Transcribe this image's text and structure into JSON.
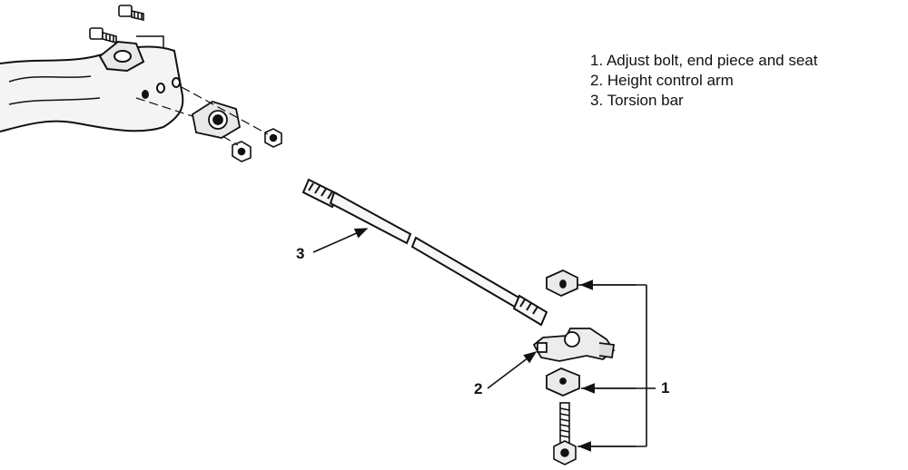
{
  "legend": {
    "items": [
      "1. Adjust bolt, end piece and seat",
      "2. Height control arm",
      "3. Torsion bar"
    ]
  },
  "callouts": {
    "one": "1",
    "two": "2",
    "three": "3"
  }
}
